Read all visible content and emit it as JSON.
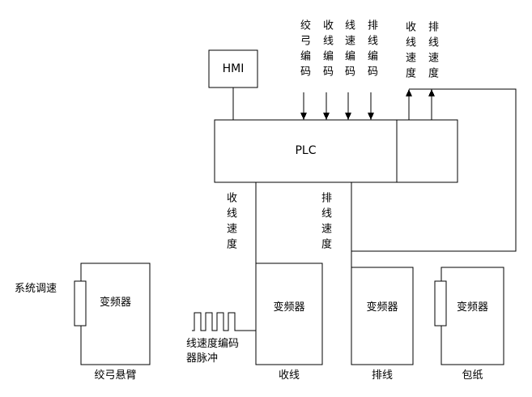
{
  "colors": {
    "line": "#000000",
    "background": "#ffffff"
  },
  "diagram": {
    "hmi": {
      "label": "HMI"
    },
    "plc": {
      "label": "PLC"
    },
    "top_signals": [
      {
        "label": "绞弓编码",
        "direction": "down-into-plc"
      },
      {
        "label": "收线编码",
        "direction": "down-into-plc"
      },
      {
        "label": "线速编码",
        "direction": "down-into-plc"
      },
      {
        "label": "排线编码",
        "direction": "down-into-plc"
      },
      {
        "label": "收线速度",
        "direction": "up-out-of-plc"
      },
      {
        "label": "排线速度",
        "direction": "up-out-of-plc"
      }
    ],
    "plc_output_labels": [
      {
        "label": "收线速度"
      },
      {
        "label": "排线速度"
      }
    ],
    "pulse_note": {
      "line1": "线速度编码",
      "line2": "器脉冲"
    },
    "left_note": "系统调速",
    "inverters": [
      {
        "box_label": "变频器",
        "caption": "绞弓悬臂"
      },
      {
        "box_label": "变频器",
        "caption": "收线"
      },
      {
        "box_label": "变频器",
        "caption": "排线"
      },
      {
        "box_label": "变频器",
        "caption": "包纸"
      }
    ]
  }
}
